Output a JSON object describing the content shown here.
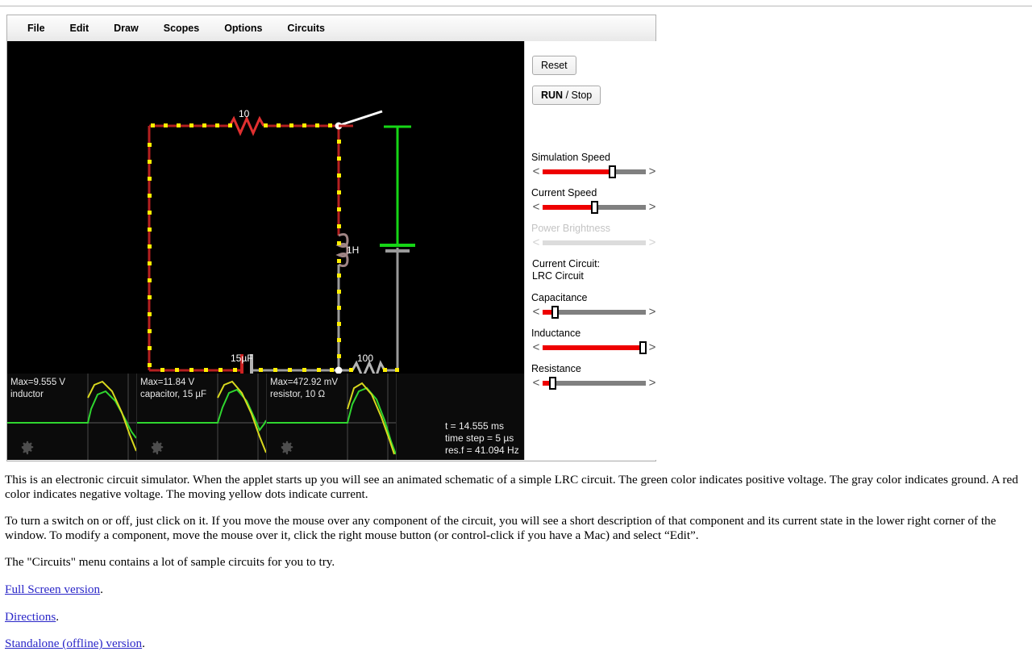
{
  "menubar": {
    "items": [
      {
        "label": "File"
      },
      {
        "label": "Edit"
      },
      {
        "label": "Draw"
      },
      {
        "label": "Scopes"
      },
      {
        "label": "Options"
      },
      {
        "label": "Circuits"
      }
    ]
  },
  "controls": {
    "reset_label": "Reset",
    "run_label_bold": "RUN",
    "run_label_rest": " / Stop",
    "current_circuit_title": "Current Circuit:",
    "current_circuit_name": "LRC Circuit",
    "sliders": [
      {
        "label": "Simulation Speed",
        "percent": 67,
        "disabled": false
      },
      {
        "label": "Current Speed",
        "percent": 50,
        "disabled": false
      },
      {
        "label": "Power Brightness",
        "percent": 0,
        "disabled": true
      },
      {
        "label": "Capacitance",
        "percent": 12,
        "disabled": false
      },
      {
        "label": "Inductance",
        "percent": 97,
        "disabled": false
      },
      {
        "label": "Resistance",
        "percent": 9,
        "disabled": false
      }
    ]
  },
  "circuit": {
    "components": [
      {
        "name": "resistor-10",
        "label": "10"
      },
      {
        "name": "inductor-1h",
        "label": "1H"
      },
      {
        "name": "capacitor-15uf",
        "label": "15µF"
      },
      {
        "name": "resistor-100",
        "label": "100"
      }
    ],
    "colors": {
      "negative_voltage": "#b42020",
      "positive_voltage": "#16d616",
      "ground": "#9a9a9a",
      "current_dot": "#ffef00",
      "switch": "#ffffff"
    }
  },
  "scopes": [
    {
      "max": "Max=9.555 V",
      "name": "inductor"
    },
    {
      "max": "Max=11.84 V",
      "name": "capacitor, 15 µF"
    },
    {
      "max": "Max=472.92 mV",
      "name": "resistor, 10 Ω"
    }
  ],
  "info": {
    "time": "t = 14.555 ms",
    "time_step": "time step = 5 µs",
    "res_freq": "res.f = 41.094 Hz"
  },
  "prose": {
    "p1": "This is an electronic circuit simulator.  When the applet starts up you will see an animated schematic of a simple LRC circuit. The green color indicates positive voltage.  The gray color indicates ground.  A red color indicates negative voltage.  The moving yellow dots indicate current.",
    "p2": "To turn a switch on or off, just click on it.  If you move the mouse over any component of the circuit, you will see a short description of that component and its current state in the lower right corner of the window.  To modify a component, move the mouse over it, click the right mouse button (or control-click if you have a Mac) and select “Edit”.",
    "p3": "The \"Circuits\" menu contains a lot of sample circuits for you to try.",
    "link_fullscreen": "Full Screen version",
    "link_directions": "Directions",
    "link_standalone": "Standalone (offline) version",
    "period": "."
  }
}
